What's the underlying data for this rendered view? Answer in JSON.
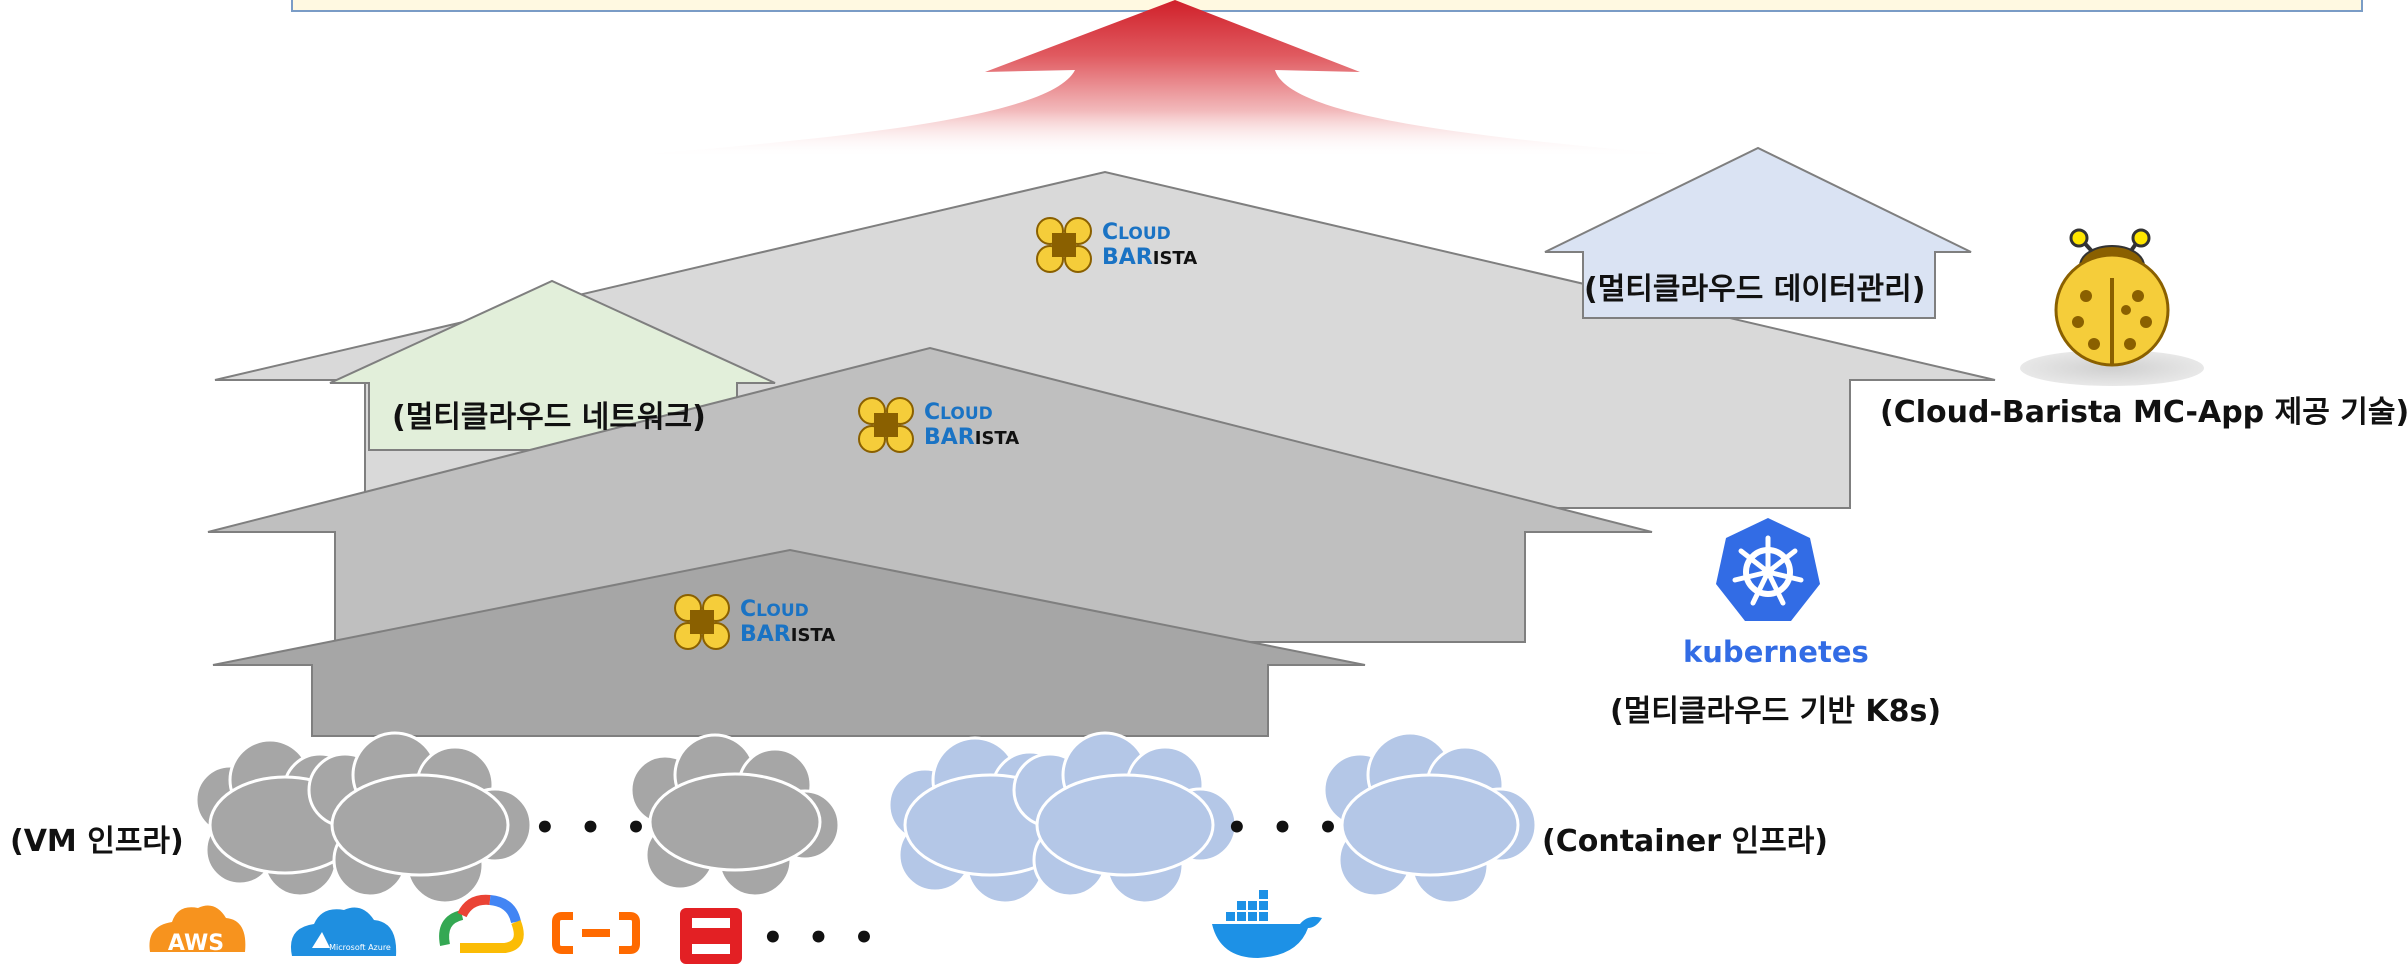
{
  "labels": {
    "network": "(멀티클라우드 네트워크)",
    "data_mgmt": "(멀티클라우드 데이터관리)",
    "mc_app": "(Cloud-Barista MC-App 제공 기술)",
    "k8s_base": "(멀티클라우드 기반 K8s)",
    "vm_infra": "(VM 인프라)",
    "container_infra": "(Container 인프라)"
  },
  "brand": {
    "line1_cap": "C",
    "line1_rest": "LOUD",
    "line2_cap": "BAR",
    "line2_rest": "ISTA"
  },
  "kubernetes": {
    "word": "kubernetes"
  },
  "providers": {
    "aws": "AWS",
    "azure": "Microsoft Azure"
  },
  "ellipsis": "• • •",
  "colors": {
    "arrow_red": "#d0202a",
    "layer_light": "#d9d9d9",
    "layer_mid": "#bfbfbf",
    "layer_dark": "#a6a6a6",
    "network_box": "#e2efda",
    "data_box": "#dae3f3",
    "cloud_gray": "#a6a6a6",
    "cloud_blue": "#b4c7e7",
    "brand_blue": "#1a73c4",
    "k8s_blue": "#326ce5",
    "aws_orange": "#f7931e",
    "alibaba_orange": "#ff6a00",
    "openstack_red": "#e32024",
    "docker_blue": "#1d91e6"
  },
  "icons": [
    "cloud-barista-logo-icon",
    "kubernetes-icon",
    "ladybug-icon",
    "aws-icon",
    "azure-icon",
    "google-cloud-icon",
    "alibaba-cloud-icon",
    "openstack-icon",
    "docker-icon"
  ]
}
